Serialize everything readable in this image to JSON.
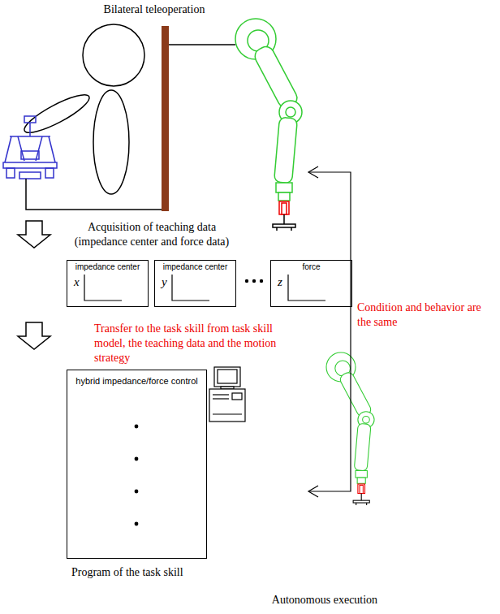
{
  "diagram": {
    "nodes": [
      {
        "text": [
          "impedance center",
          "x"
        ]
      },
      {
        "text": [
          "impedance center",
          "y"
        ]
      },
      {
        "text": [
          "force",
          "z"
        ]
      },
      {
        "text": [
          "hybrid impedance/force control",
          "Program of the task skill"
        ]
      }
    ],
    "labels": [
      "Bilateral teleoperation",
      "Acquisition of teaching data (impedance center and force data)",
      "Transfer to the task skill from task skill model, the teaching data and the motion strategy",
      "Condition and behavior are the same",
      "Autonomous execution"
    ]
  }
}
